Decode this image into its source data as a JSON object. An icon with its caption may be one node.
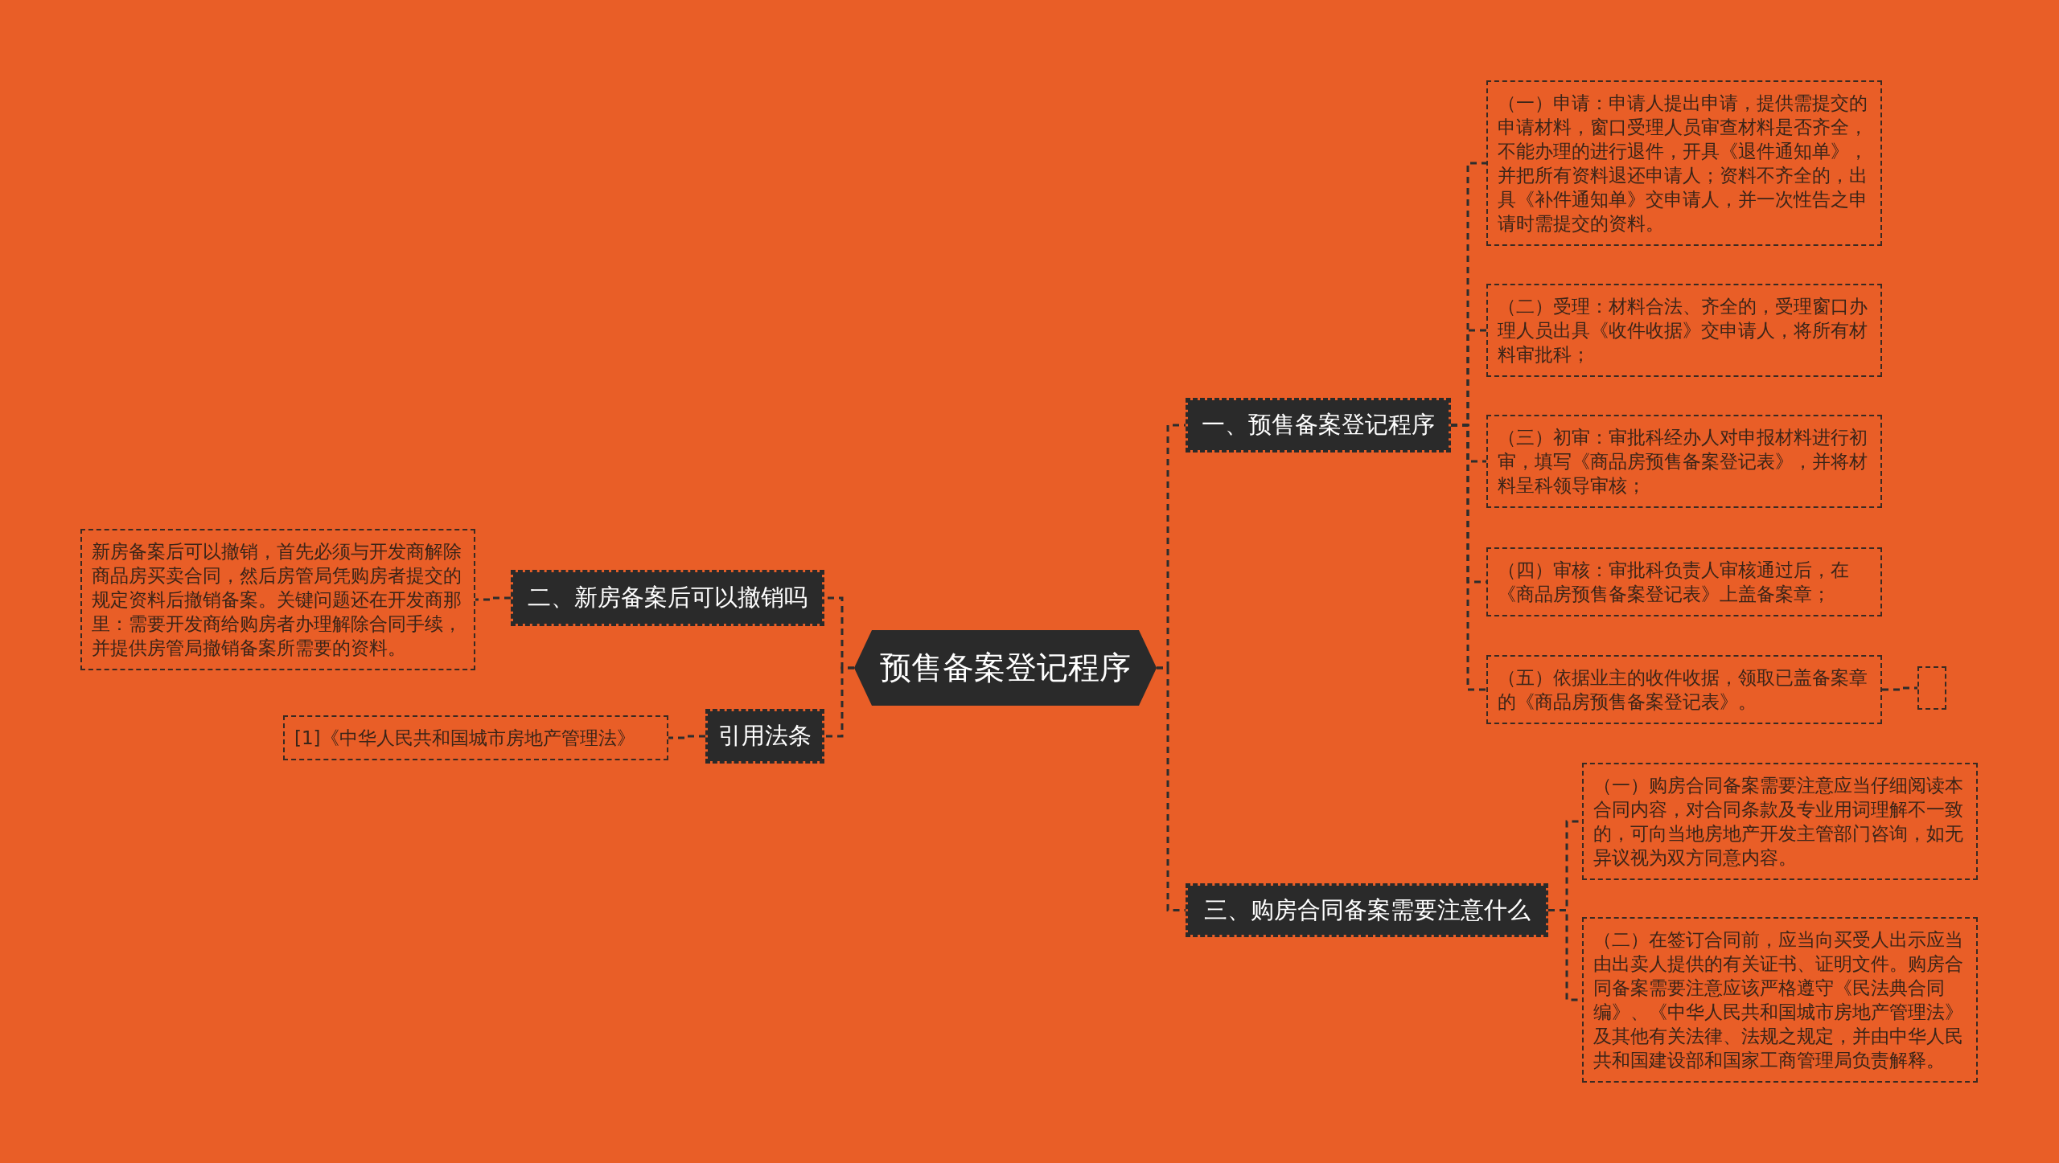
{
  "diagram": {
    "nodes": [
      {
        "text": [
          "预售备案登记程序"
        ]
      },
      {
        "text": [
          "一、预售备案登记程序"
        ]
      },
      {
        "text": [
          "（一）申请：申请人提出申请，提供需提交的申请材料，窗口受理人员审查材料是否齐全，不能办理的进行退件，开具《退件通知单》，并把所有资料退还申请人；资料不齐全的，出具《补件通知单》交申请人，并一次性告之申请时需提交的资料。"
        ]
      },
      {
        "text": [
          "（二）受理：材料合法、齐全的，受理窗口办理人员出具《收件收据》交申请人，将所有材料审批科；"
        ]
      },
      {
        "text": [
          "（三）初审：审批科经办人对申报材料进行初审，填写《商品房预售备案登记表》，并将材料呈科领导审核；"
        ]
      },
      {
        "text": [
          "（四）审核：审批科负责人审核通过后，在《商品房预售备案登记表》上盖备案章；"
        ]
      },
      {
        "text": [
          "（五）依据业主的收件收据，领取已盖备案章的《商品房预售备案登记表》。"
        ]
      },
      {
        "text": [],
        "shape": "box"
      },
      {
        "text": [
          "三、购房合同备案需要注意什么"
        ]
      },
      {
        "text": [
          "（一）购房合同备案需要注意应当仔细阅读本合同内容，对合同条款及专业用词理解不一致的，可向当地房地产开发主管部门咨询，如无异议视为双方同意内容。"
        ]
      },
      {
        "text": [
          "（二）在签订合同前，应当向买受人出示应当由出卖人提供的有关证书、证明文件。购房合同备案需要注意应该严格遵守《民法典合同编》、《中华人民共和国城市房地产管理法》及其他有关法律、法规之规定，并由中华人民共和国建设部和国家工商管理局负责解释。"
        ]
      },
      {
        "text": [
          "二、新房备案后可以撤销吗"
        ]
      },
      {
        "text": [
          "新房备案后可以撤销，首先必须与开发商解除商品房买卖合同，然后房管局凭购房者提交的规定资料后撤销备案。关键问题还在开发商那里：需要开发商给购房者办理解除合同手续，并提供房管局撤销备案所需要的资料。"
        ]
      },
      {
        "text": [
          "引用法条"
        ]
      },
      {
        "text": [
          "[1]《中华人民共和国城市房地产管理法》"
        ]
      }
    ],
    "edges": [
      {
        "from": 0,
        "to": 1,
        "arrow": "none"
      },
      {
        "from": 1,
        "to": 2,
        "arrow": "none"
      },
      {
        "from": 1,
        "to": 3,
        "arrow": "none"
      },
      {
        "from": 1,
        "to": 4,
        "arrow": "none"
      },
      {
        "from": 1,
        "to": 5,
        "arrow": "none"
      },
      {
        "from": 1,
        "to": 6,
        "arrow": "none"
      },
      {
        "from": 6,
        "to": 7,
        "arrow": "none"
      },
      {
        "from": 0,
        "to": 8,
        "arrow": "none"
      },
      {
        "from": 8,
        "to": 9,
        "arrow": "none"
      },
      {
        "from": 8,
        "to": 10,
        "arrow": "none"
      },
      {
        "from": 0,
        "to": 11,
        "arrow": "none"
      },
      {
        "from": 11,
        "to": 12,
        "arrow": "none"
      },
      {
        "from": 0,
        "to": 13,
        "arrow": "none"
      },
      {
        "from": 13,
        "to": 14,
        "arrow": "none"
      }
    ]
  }
}
